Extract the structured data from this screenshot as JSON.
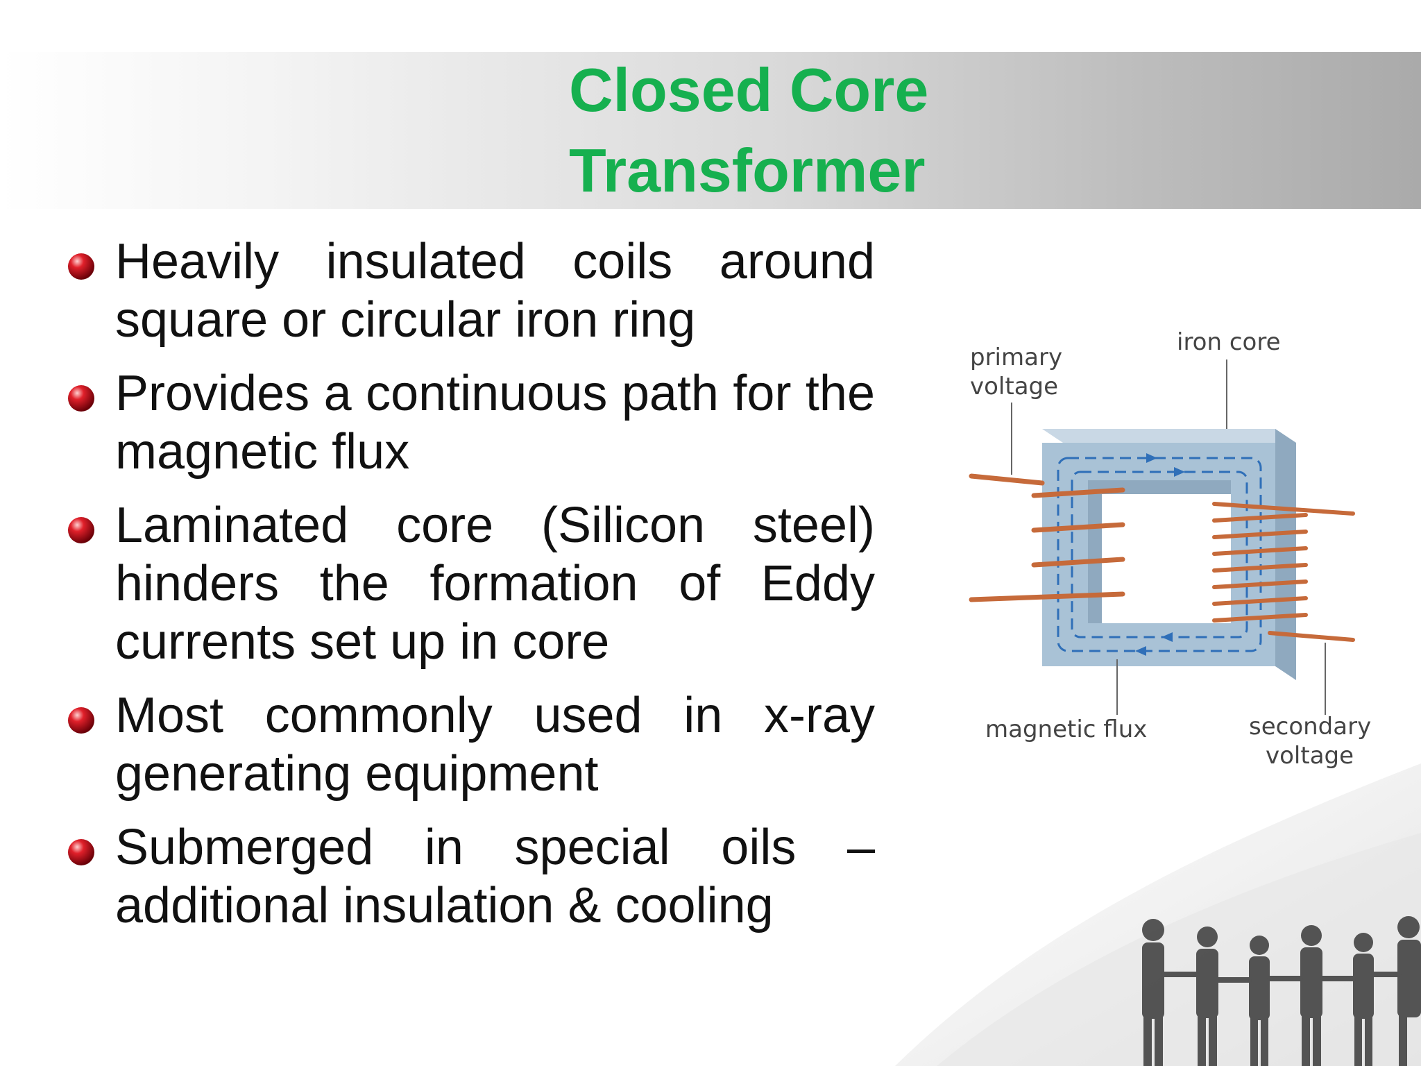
{
  "slide": {
    "title_line1": "Closed Core",
    "title_line2": "Transformer",
    "title_color": "#16b04f",
    "bullet_icon": "red-sphere-bullet-icon",
    "bullets": [
      " Heavily insulated coils around square or circular iron ring",
      " Provides a continuous path for the magnetic flux",
      " Laminated core (Silicon steel) hinders the formation of Eddy currents set up in core",
      " Most commonly used in x-ray generating equipment",
      " Submerged in special oils – additional insulation & cooling"
    ]
  },
  "diagram": {
    "labels": {
      "primary_line1": "primary",
      "primary_line2": "voltage",
      "iron_core": "iron core",
      "magnetic_flux": "magnetic flux",
      "secondary_line1": "secondary",
      "secondary_line2": "voltage"
    },
    "core_color": "#a9c2d6",
    "coil_color": "#c66a3a",
    "flux_color": "#2f6fb8"
  }
}
